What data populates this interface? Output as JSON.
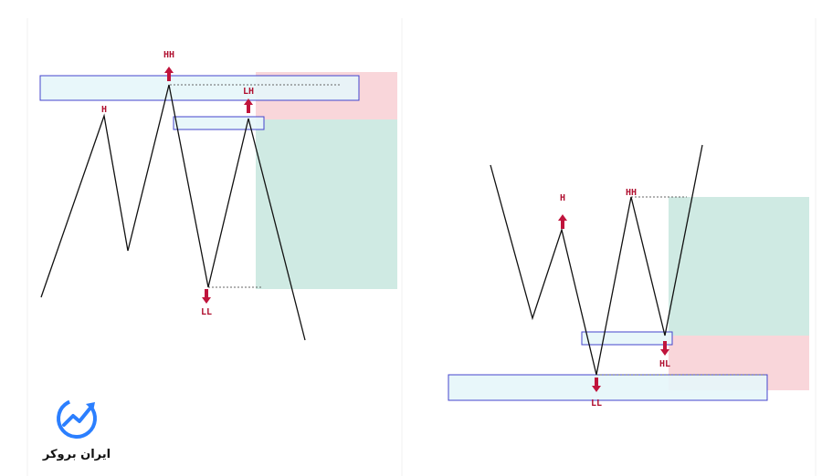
{
  "colors": {
    "zone_blue_fill": "#e6f6fa",
    "zone_blue_border": "#4444cc",
    "supply_red": "#f9d6da",
    "demand_green": "#cfeae3",
    "arrow_red": "#c0143c",
    "label_red": "#b01030",
    "line": "#111111",
    "logo_blue": "#2b7fff"
  },
  "left_panel": {
    "labels": {
      "h": "H",
      "hh": "HH",
      "lh": "LH",
      "ll": "LL"
    }
  },
  "right_panel": {
    "labels": {
      "h": "H",
      "hh": "HH",
      "hl": "HL",
      "ll": "LL"
    }
  },
  "brand": {
    "name": "ایران بروکر",
    "icon": "growth-chart-logo-icon"
  }
}
